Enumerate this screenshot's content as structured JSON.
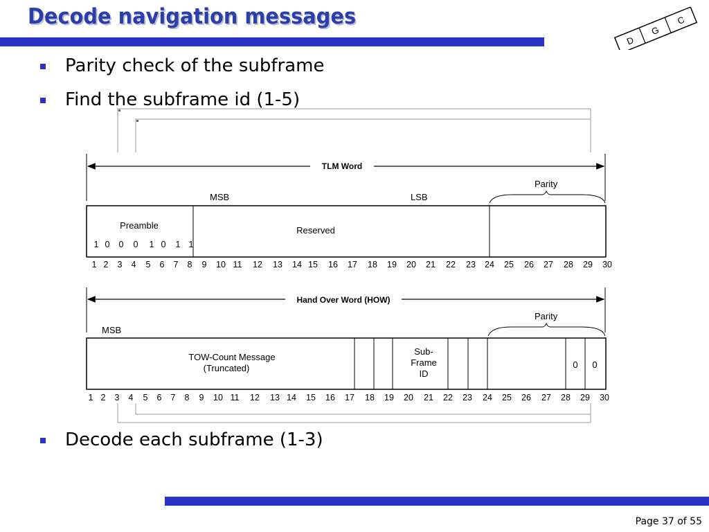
{
  "slide": {
    "title": "Decode navigation messages",
    "bullets": [
      "Parity check of the subframe",
      "Find the subframe id (1-5)",
      "Decode each subframe (1-3)"
    ],
    "page_label": "Page 37 of 55",
    "logo_letters": [
      "D",
      "G",
      "C"
    ],
    "accent_color": "#2b32c8",
    "title_color": "#2c3eaa"
  },
  "diagram": {
    "tlm": {
      "word_label": "TLM Word",
      "msb": "MSB",
      "lsb": "LSB",
      "parity": "Parity",
      "preamble_label": "Preamble",
      "preamble_bits": [
        "1",
        "0",
        "0",
        "0",
        "1",
        "0",
        "1",
        "1"
      ],
      "reserved_label": "Reserved"
    },
    "how": {
      "word_label": "Hand Over Word (HOW)",
      "msb": "MSB",
      "parity": "Parity",
      "tow_label": [
        "TOW-Count Message",
        "(Truncated)"
      ],
      "subframe_label": [
        "Sub-",
        "Frame",
        "ID"
      ],
      "zero_bits": [
        "0",
        "0"
      ]
    },
    "bit_numbers": [
      "1",
      "2",
      "3",
      "4",
      "5",
      "6",
      "7",
      "8",
      "9",
      "10",
      "11",
      "12",
      "13",
      "14",
      "15",
      "16",
      "17",
      "18",
      "19",
      "20",
      "21",
      "22",
      "23",
      "24",
      "25",
      "26",
      "27",
      "28",
      "29",
      "30"
    ]
  }
}
